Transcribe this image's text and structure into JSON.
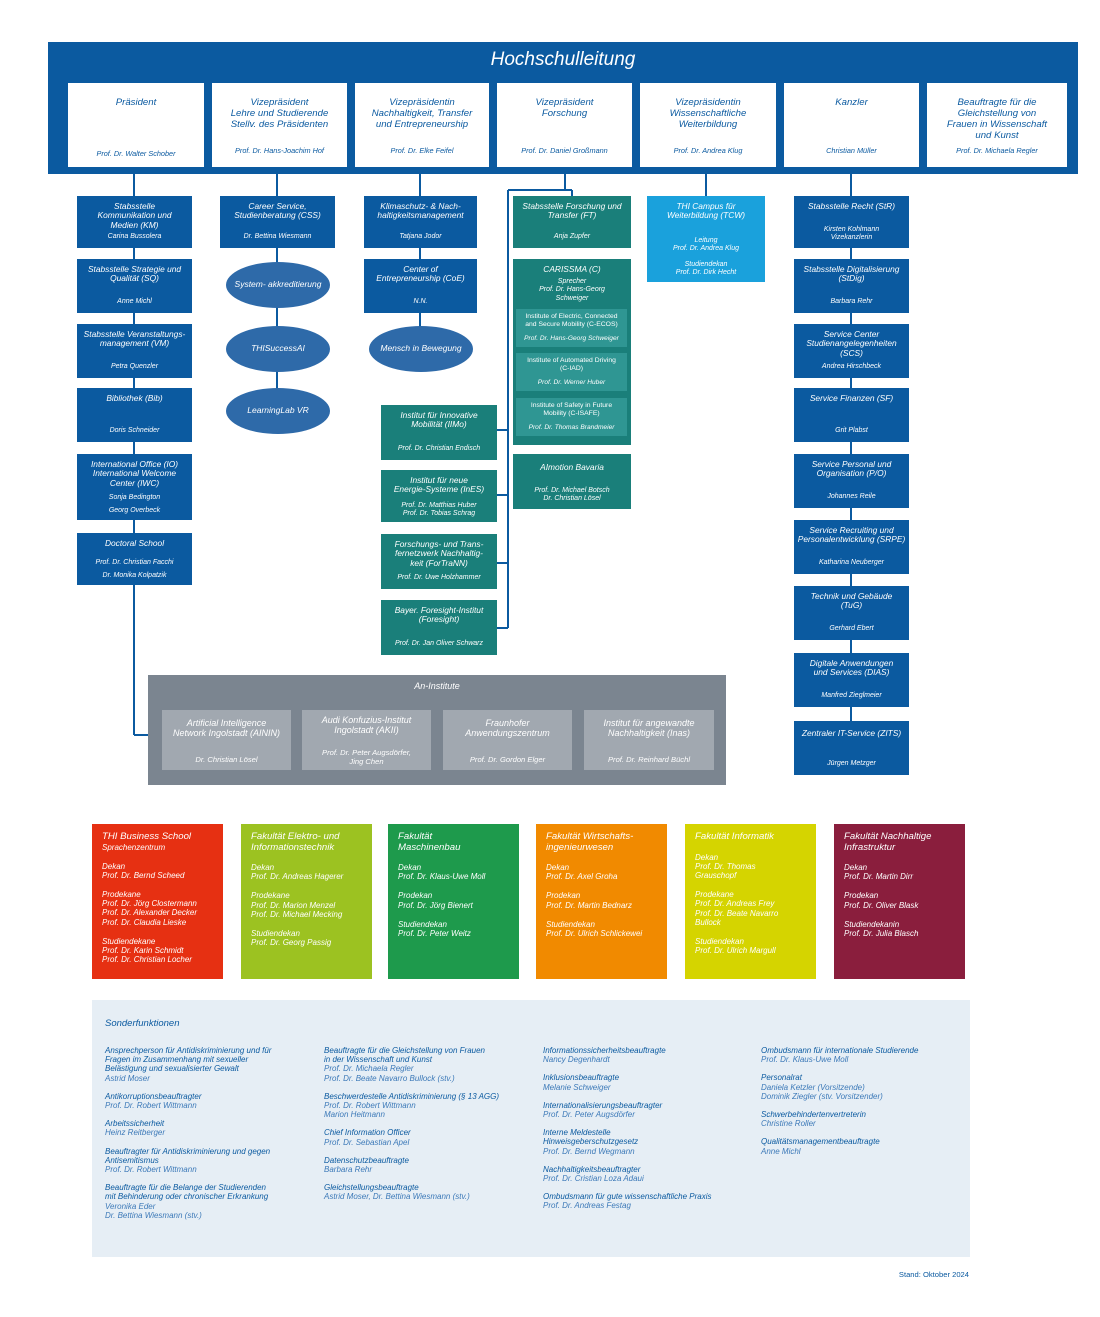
{
  "title": "Hochschulleitung",
  "leadership": [
    {
      "title": "Präsident",
      "name": "Prof. Dr. Walter Schober"
    },
    {
      "title": "Vizepräsident\nLehre und Studierende\nStellv. des Präsidenten",
      "name": "Prof. Dr. Hans-Joachim Hof"
    },
    {
      "title": "Vizepräsidentin\nNachhaltigkeit, Transfer\nund Entrepreneurship",
      "name": "Prof. Dr. Elke Feifel"
    },
    {
      "title": "Vizepräsident\nForschung",
      "name": "Prof. Dr. Daniel Großmann"
    },
    {
      "title": "Vizepräsidentin\nWissenschaftliche\nWeiterbildung",
      "name": "Prof. Dr. Andrea Klug"
    },
    {
      "title": "Kanzler",
      "name": "Christian Müller"
    },
    {
      "title": "Beauftragte für die\nGleichstellung von\nFrauen in Wissenschaft\nund Kunst",
      "name": "Prof. Dr. Michaela Regler"
    }
  ],
  "col1": [
    {
      "title": "Stabsstelle\nKommunikation und\nMedien (KM)",
      "name": "Carina Bussolera"
    },
    {
      "title": "Stabsstelle Strategie und\nQualität (SQ)",
      "name": "Anne Michl"
    },
    {
      "title": "Stabsstelle Veranstaltungs-\nmanagement (VM)",
      "name": "Petra Quenzler"
    },
    {
      "title": "Bibliothek (Bib)",
      "name": "Doris Schneider"
    },
    {
      "title": "International Office (IO)\nInternational Welcome\nCenter (IWC)",
      "name": "Sonja Bedington\n\nGeorg Overbeck"
    },
    {
      "title": "Doctoral School",
      "name": "Prof. Dr. Christian Facchi\n\nDr. Monika Kolpatzik"
    }
  ],
  "col2": {
    "box": {
      "title": "Career Service,\nStudienberatung (CSS)",
      "name": "Dr. Bettina Wiesmann"
    },
    "ellipses": [
      "System-\nakkreditierung",
      "THISuccessAI",
      "LearningLab VR"
    ]
  },
  "col3": {
    "boxes": [
      {
        "title": "Klimaschutz- & Nach-\nhaltigkeitsmanagement",
        "name": "Tatjana Jodor"
      },
      {
        "title": "Center of\nEntrepreneurship (CoE)",
        "name": "N.N."
      }
    ],
    "ellipse": "Mensch in\nBewegung"
  },
  "institutes": [
    {
      "title": "Institut für Innovative\nMobilität (IIMo)",
      "name": "Prof. Dr. Christian Endisch"
    },
    {
      "title": "Institut für neue\nEnergie-Systeme (InES)",
      "name": "Prof. Dr. Matthias Huber\nProf. Dr. Tobias Schrag"
    },
    {
      "title": "Forschungs- und Trans-\nfernetzwerk Nachhaltig-\nkeit (ForTraNN)",
      "name": "Prof. Dr. Uwe Holzhammer"
    },
    {
      "title": "Bayer. Foresight-Institut\n(Foresight)",
      "name": "Prof. Dr. Jan Oliver Schwarz"
    }
  ],
  "col4": {
    "ft": {
      "title": "Stabsstelle Forschung und\nTransfer (FT)",
      "name": "Anja Zupfer"
    },
    "carissma": {
      "title": "CARISSMA (C)",
      "sub": "Sprecher\nProf. Dr. Hans-Georg\nSchweiger"
    },
    "carissma_institutes": [
      {
        "title": "Institute of Electric, Connected\nand Secure Mobility (C-ECOS)",
        "name": "Prof. Dr. Hans-Georg Schweiger"
      },
      {
        "title": "Institute of Automated Driving\n(C-IAD)",
        "name": "Prof. Dr. Werner Huber"
      },
      {
        "title": "Institute of Safety in Future\nMobility (C-ISAFE)",
        "name": "Prof. Dr. Thomas Brandmeier"
      }
    ],
    "almotion": {
      "title": "AImotion Bavaria",
      "name": "Prof. Dr. Michael Botsch\nDr. Christian Lösel"
    }
  },
  "col5": {
    "title": "THI Campus für\nWeiterbildung (TCW)",
    "name": "Leitung\nProf. Dr. Andrea Klug\n\nStudiendekan\nProf. Dr. Dirk Hecht"
  },
  "col6": [
    {
      "title": "Stabsstelle Recht (StR)",
      "name": "Kirsten Kohlmann\nVizekanzlerin"
    },
    {
      "title": "Stabsstelle Digitalisierung\n(StDig)",
      "name": "Barbara Rehr"
    },
    {
      "title": "Service Center\nStudienangelegenheiten\n(SCS)",
      "name": "Andrea Hirschbeck"
    },
    {
      "title": "Service Finanzen (SF)",
      "name": "Grit Plabst"
    },
    {
      "title": "Service Personal und\nOrganisation (P/O)",
      "name": "Johannes Reile"
    },
    {
      "title": "Service Recruiting und\nPersonalentwicklung (SRPE)",
      "name": "Katharina Neuberger"
    },
    {
      "title": "Technik und Gebäude\n(TuG)",
      "name": "Gerhard Ebert"
    },
    {
      "title": "Digitale Anwendungen\nund Services (DIAS)",
      "name": "Manfred Zieglmeier"
    },
    {
      "title": "Zentraler IT-Service (ZITS)",
      "name": "Jürgen Metzger"
    }
  ],
  "an_institute": {
    "title": "An-Institute",
    "items": [
      {
        "title": "Artificial Intelligence\nNetwork Ingolstadt (AININ)",
        "name": "Dr. Christian Lösel"
      },
      {
        "title": "Audi Konfuzius-Institut\nIngolstadt (AKII)",
        "name": "Prof. Dr. Peter Augsdörfer,\nJing Chen"
      },
      {
        "title": "Fraunhofer\nAnwendungszentrum",
        "name": "Prof. Dr. Gordon Elger"
      },
      {
        "title": "Institut für angewandte\nNachhaltigkeit (Inas)",
        "name": "Prof. Dr. Reinhard Büchl"
      }
    ]
  },
  "faculties": [
    {
      "title": "THI Business School",
      "sub": "Sprachenzentrum",
      "color": "#e63012",
      "groups": [
        [
          "Dekan",
          "Prof. Dr. Bernd Scheed"
        ],
        [
          "Prodekane",
          "Prof. Dr. Jörg Clostermann",
          "Prof. Dr. Alexander Decker",
          "Prof. Dr. Claudia Lieske"
        ],
        [
          "Studiendekane",
          "Prof. Dr. Karin Schmidt",
          "Prof. Dr. Christian Locher"
        ]
      ]
    },
    {
      "title": "Fakultät Elektro- und\nInformationstechnik",
      "sub": "",
      "color": "#9cc221",
      "groups": [
        [
          "Dekan",
          "Prof. Dr. Andreas Hagerer"
        ],
        [
          "Prodekane",
          "Prof. Dr. Marion Menzel",
          "Prof. Dr. Michael Mecking"
        ],
        [
          "Studiendekan",
          "Prof. Dr. Georg Passig"
        ]
      ]
    },
    {
      "title": "Fakultät\nMaschinenbau",
      "sub": "",
      "color": "#1e9a4c",
      "groups": [
        [
          "Dekan",
          "Prof. Dr. Klaus-Uwe Moll"
        ],
        [
          "Prodekan",
          "Prof. Dr. Jörg Bienert"
        ],
        [
          "Studiendekan",
          "Prof. Dr. Peter Weitz"
        ]
      ]
    },
    {
      "title": "Fakultät Wirtschafts-\ningenieurwesen",
      "sub": "",
      "color": "#f18a00",
      "groups": [
        [
          "Dekan",
          "Prof. Dr. Axel Groha"
        ],
        [
          "Prodekan",
          "Prof. Dr. Martin Bednarz"
        ],
        [
          "Studiendekan",
          "Prof. Dr. Ulrich Schlickewei"
        ]
      ]
    },
    {
      "title": "Fakultät Informatik",
      "sub": "",
      "color": "#d5d400",
      "groups": [
        [
          "Dekan",
          "Prof. Dr. Thomas",
          "Grauschopf"
        ],
        [
          "Prodekane",
          "Prof. Dr. Andreas Frey",
          "Prof. Dr. Beate Navarro",
          "Bullock"
        ],
        [
          "Studiendekan",
          "Prof. Dr. Ulrich Margull"
        ]
      ]
    },
    {
      "title": "Fakultät Nachhaltige\nInfrastruktur",
      "sub": "",
      "color": "#8a1e3d",
      "groups": [
        [
          "Dekan",
          "Prof. Dr. Martin Dirr"
        ],
        [
          "Prodekan",
          "Prof. Dr. Oliver Blask"
        ],
        [
          "Studiendekanin",
          "Prof. Dr. Julia Blasch"
        ]
      ]
    }
  ],
  "sonderfunktionen": {
    "title": "Sonderfunktionen",
    "columns": [
      [
        {
          "h": "Ansprechperson für Antidiskriminierung und für\nFragen im Zusammenhang mit sexueller\nBelästigung und sexualisierter Gewalt",
          "v": "Astrid Moser"
        },
        {
          "h": "Antikorruptionsbeauftragter",
          "v": "Prof. Dr. Robert Wittmann"
        },
        {
          "h": "Arbeitssicherheit",
          "v": "Heinz Reitberger"
        },
        {
          "h": "Beauftragter für Antidiskriminierung und gegen\nAntisemitismus",
          "v": "Prof. Dr. Robert Wittmann"
        },
        {
          "h": "Beauftragte für die Belange der Studierenden\nmit Behinderung oder chronischer Erkrankung",
          "v": "Veronika Eder\nDr. Bettina Wiesmann (stv.)"
        }
      ],
      [
        {
          "h": "Beauftragte für die Gleichstellung von Frauen\nin der Wissenschaft und Kunst",
          "v": "Prof. Dr. Michaela Regler\nProf. Dr. Beate Navarro Bullock (stv.)"
        },
        {
          "h": "Beschwerdestelle Antidiskriminierung (§ 13 AGG)",
          "v": "Prof. Dr. Robert Wittmann\nMarion Heitmann"
        },
        {
          "h": "Chief Information Officer",
          "v": "Prof. Dr. Sebastian Apel"
        },
        {
          "h": "Datenschutzbeauftragte",
          "v": "Barbara Rehr"
        },
        {
          "h": "Gleichstellungsbeauftragte",
          "v": "Astrid Moser, Dr. Bettina Wiesmann (stv.)"
        }
      ],
      [
        {
          "h": "Informationssicherheitsbeauftragte",
          "v": "Nancy Degenhardt"
        },
        {
          "h": "Inklusionsbeauftragte",
          "v": "Melanie Schweiger"
        },
        {
          "h": "Internationalisierungsbeauftragter",
          "v": "Prof. Dr. Peter Augsdörfer"
        },
        {
          "h": "Interne Meldestelle\nHinweisgeberschutzgesetz",
          "v": "Prof. Dr. Bernd Wegmann"
        },
        {
          "h": "Nachhaltigkeitsbeauftragter",
          "v": "Prof. Dr. Cristian Loza Adaui"
        },
        {
          "h": "Ombudsmann für gute wissenschaftliche Praxis",
          "v": "Prof. Dr. Andreas Festag"
        }
      ],
      [
        {
          "h": "Ombudsmann für internationale Studierende",
          "v": "Prof. Dr. Klaus-Uwe Moll"
        },
        {
          "h": "Personalrat",
          "v": "Daniela Ketzler (Vorsitzende)\nDominik Ziegler (stv. Vorsitzender)"
        },
        {
          "h": "Schwerbehindertenvertreterin",
          "v": "Christine Roller"
        },
        {
          "h": "Qualitätsmanagementbeauftragte",
          "v": "Anne Michl"
        }
      ]
    ]
  },
  "stand": "Stand: Oktober 2024",
  "colors": {
    "blue": "#0b5aa0",
    "teal": "#1a7f7a",
    "cyan": "#1aa1dc",
    "grey": "#7b8590"
  }
}
